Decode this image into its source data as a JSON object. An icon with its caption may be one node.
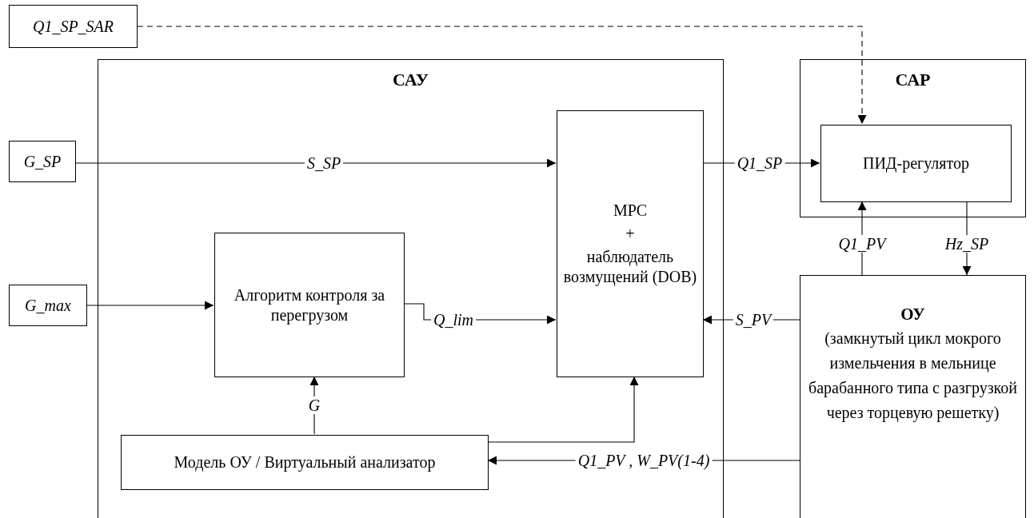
{
  "diagram": {
    "nodes": [
      {
        "text": [
          "Q1_SP_SAR"
        ]
      },
      {
        "text": [
          "G_SP"
        ]
      },
      {
        "text": [
          "G_max"
        ]
      },
      {
        "text": [
          "САУ"
        ]
      },
      {
        "text": [
          "Алгоритм контроля за перегрузом"
        ],
        "in": 3
      },
      {
        "text": [
          "MPC",
          "+",
          "наблюдатель возмущений (DOB)"
        ],
        "in": 3
      },
      {
        "text": [
          "Модель ОУ / Виртуальный анализатор"
        ],
        "in": 3
      },
      {
        "text": [
          "САР"
        ]
      },
      {
        "text": [
          "ПИД-регулятор"
        ],
        "in": 7
      },
      {
        "text": [
          "ОУ",
          "(замкнутый цикл мокрого измельчения в мельнице барабанного типа с разгрузкой через торцевую решетку)"
        ]
      }
    ],
    "edges": [
      {
        "from": 0,
        "to": 8,
        "arrow": "to",
        "style": "dashed"
      },
      {
        "from": 1,
        "to": 5,
        "arrow": "to",
        "label": "S_SP"
      },
      {
        "from": 2,
        "to": 4,
        "arrow": "to"
      },
      {
        "from": 4,
        "to": 5,
        "arrow": "to",
        "label": "Q_lim"
      },
      {
        "from": 6,
        "to": 4,
        "arrow": "to",
        "label": "G"
      },
      {
        "from": 6,
        "to": 5,
        "arrow": "to"
      },
      {
        "from": 9,
        "to": 5,
        "arrow": "to",
        "label": "S_PV"
      },
      {
        "from": 9,
        "to": 6,
        "arrow": "to",
        "label": "Q1_PV , W_PV(1-4)"
      },
      {
        "from": 5,
        "to": 8,
        "arrow": "to",
        "label": "Q1_SP"
      },
      {
        "from": 9,
        "to": 8,
        "arrow": "to",
        "label": "Q1_PV"
      },
      {
        "from": 8,
        "to": 9,
        "arrow": "to",
        "label": "Hz_SP"
      }
    ]
  }
}
